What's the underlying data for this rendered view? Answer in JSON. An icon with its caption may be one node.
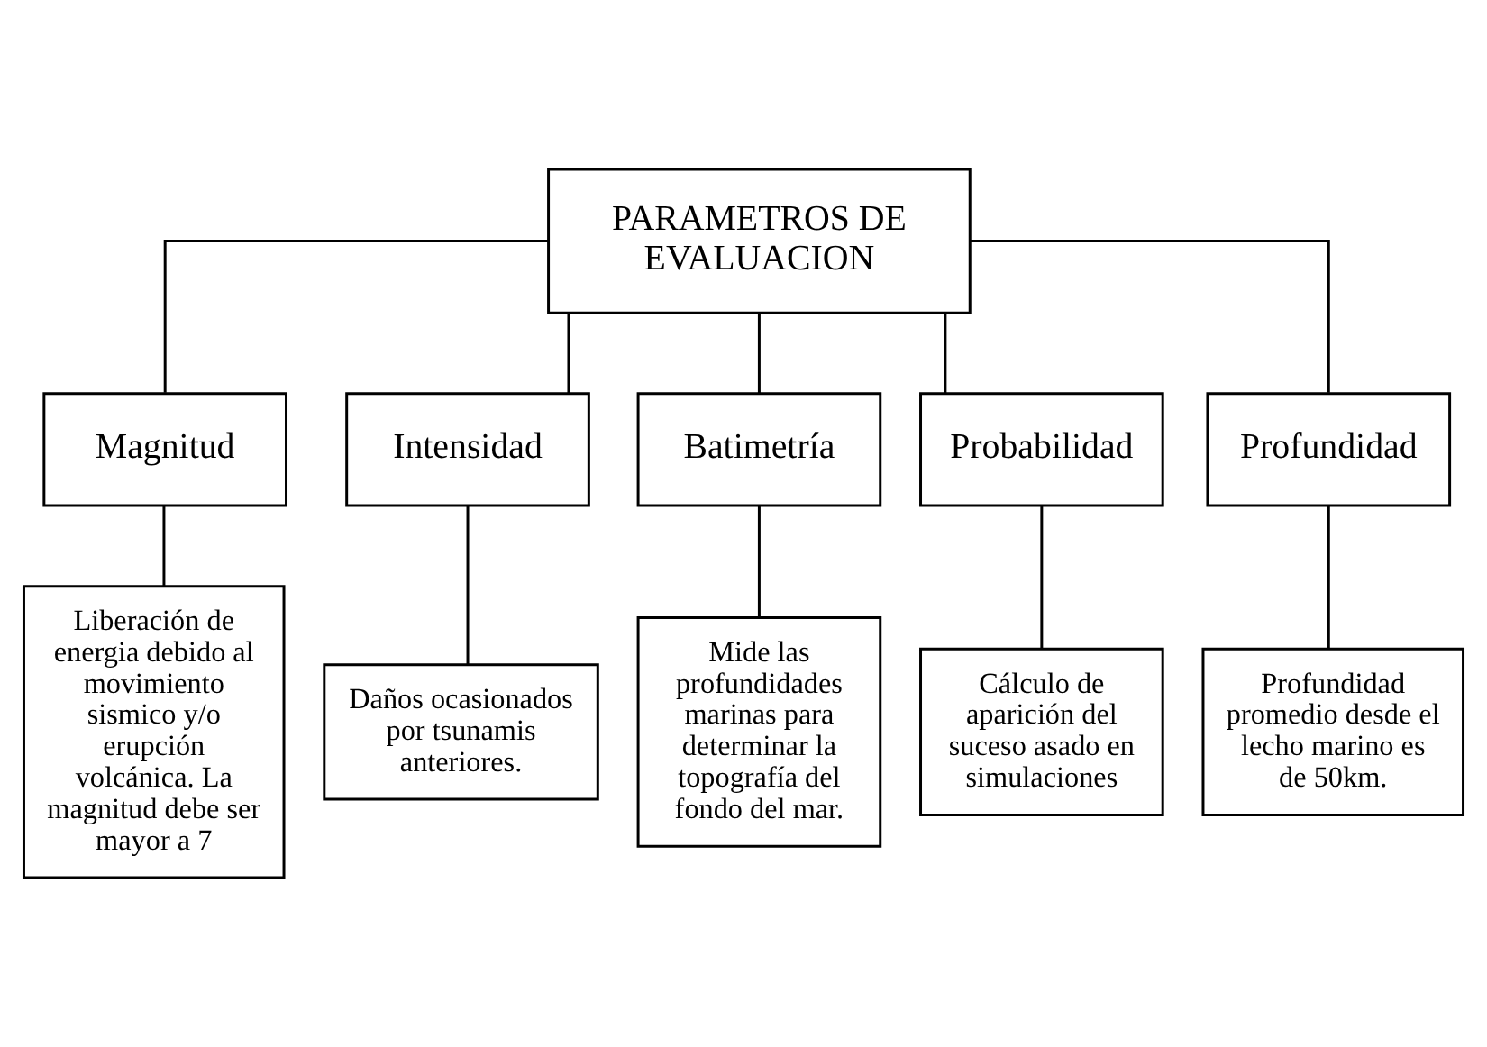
{
  "diagram": {
    "nodes": [
      {
        "text": [
          "PARAMETROS DE EVALUACION"
        ]
      },
      {
        "text": [
          "Magnitud"
        ]
      },
      {
        "text": [
          "Intensidad"
        ]
      },
      {
        "text": [
          "Batimetría"
        ]
      },
      {
        "text": [
          "Probabilidad"
        ]
      },
      {
        "text": [
          "Profundidad"
        ]
      },
      {
        "text": [
          "Liberación de energia debido al movimiento sismico y/o erupción volcánica. La magnitud debe ser mayor a 7"
        ]
      },
      {
        "text": [
          "Daños ocasionados por tsunamis anteriores."
        ]
      },
      {
        "text": [
          "Mide las profundidades marinas para determinar la topografía del fondo del mar."
        ]
      },
      {
        "text": [
          "Cálculo de aparición del suceso asado en simulaciones"
        ]
      },
      {
        "text": [
          "Profundidad promedio desde el lecho marino es de 50km."
        ]
      }
    ],
    "edges": [
      {
        "from": 0,
        "to": 1,
        "arrow": "none"
      },
      {
        "from": 0,
        "to": 2,
        "arrow": "none"
      },
      {
        "from": 0,
        "to": 3,
        "arrow": "none"
      },
      {
        "from": 0,
        "to": 4,
        "arrow": "none"
      },
      {
        "from": 0,
        "to": 5,
        "arrow": "none"
      },
      {
        "from": 1,
        "to": 6,
        "arrow": "none"
      },
      {
        "from": 2,
        "to": 7,
        "arrow": "none"
      },
      {
        "from": 3,
        "to": 8,
        "arrow": "none"
      },
      {
        "from": 4,
        "to": 9,
        "arrow": "none"
      },
      {
        "from": 5,
        "to": 10,
        "arrow": "none"
      }
    ]
  }
}
